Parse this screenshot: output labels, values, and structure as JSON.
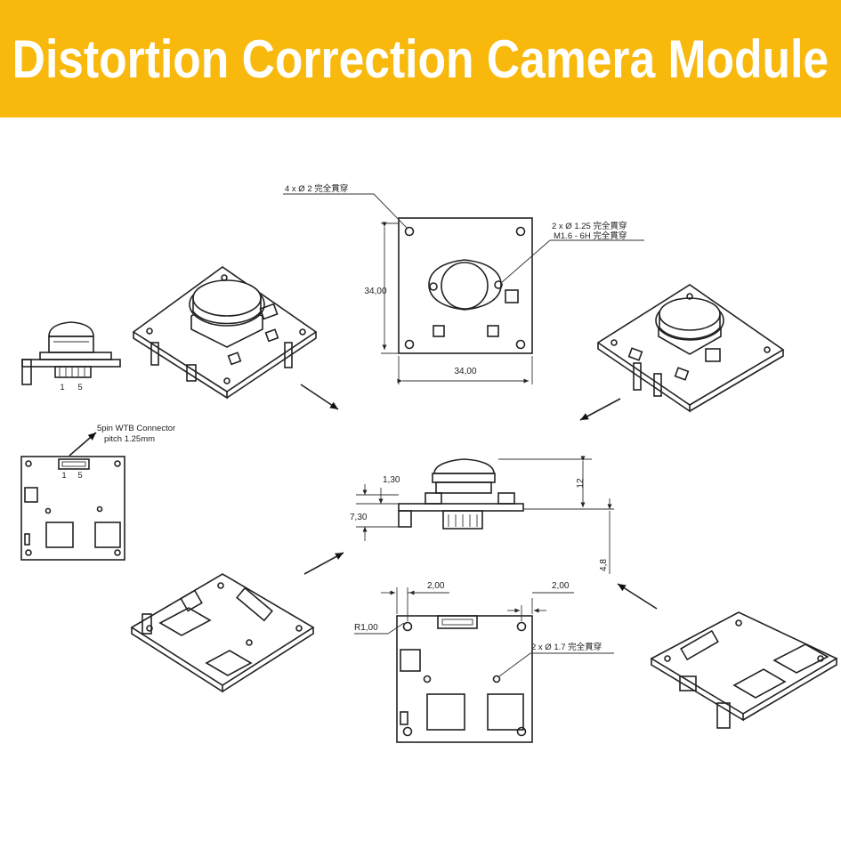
{
  "header": {
    "title": "Distortion Correction Camera Module"
  },
  "annotations": {
    "mount_holes": "4 x Ø  2 完全貫穿",
    "lens_holes_line1": "2 x Ø  1.25 完全貫穿",
    "lens_holes_line2": "M1.6 - 6H 完全貫穿",
    "back_holes": "2 x Ø  1.7 完全貫穿",
    "connector_line1": "5pin WTB Connector",
    "connector_line2": "pitch 1.25mm",
    "pin_first": "1",
    "pin_last": "5",
    "pin_first_back": "1",
    "pin_last_back": "5"
  },
  "dimensions": {
    "height": "34,00",
    "width": "34,00",
    "pcb_offset": "1,30",
    "side_height": "7,30",
    "lens_height": "12",
    "depth": "4,8",
    "edge_left": "2,00",
    "edge_right": "2,00",
    "corner_radius": "R1,00"
  },
  "colors": {
    "banner": "#f8b80c",
    "banner_text": "#ffffff",
    "line": "#222222"
  }
}
